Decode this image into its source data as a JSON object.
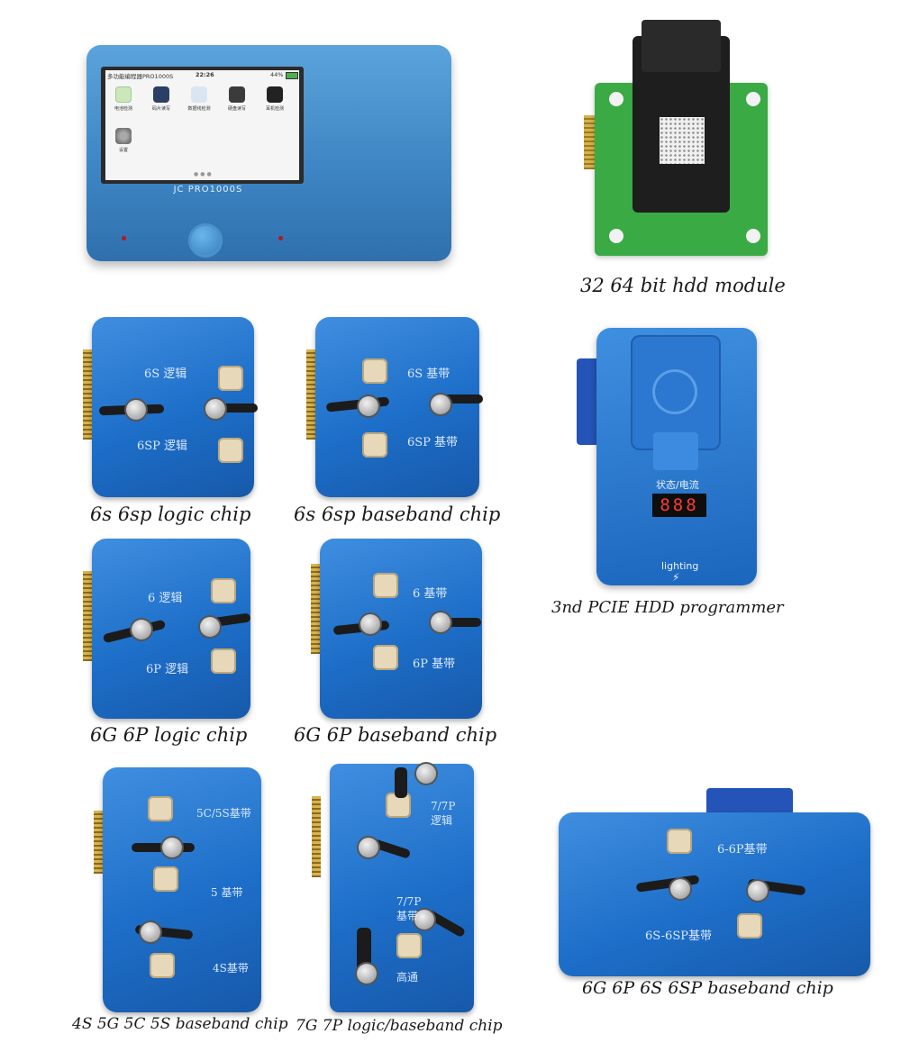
{
  "device": {
    "screen_title": "多功能编程器PRO1000S",
    "screen_time": "22:26",
    "screen_battery": "44%",
    "apps": [
      {
        "label": "电池检测",
        "icon": "battery-icon"
      },
      {
        "label": "码片读写",
        "icon": "chip-icon"
      },
      {
        "label": "数据线检测",
        "icon": "cable-icon"
      },
      {
        "label": "硬盘读写",
        "icon": "hdd-icon"
      },
      {
        "label": "耳机检测",
        "icon": "earphone-icon"
      },
      {
        "label": "设置",
        "icon": "gear-icon"
      }
    ],
    "model_label": "JC PRO1000S"
  },
  "hdd_module": {
    "caption": "32 64 bit hdd module"
  },
  "fixtures": {
    "f6s_logic": {
      "caption": "6s 6sp logic chip",
      "label_top": "6S  逻辑",
      "label_bottom": "6SP 逻辑"
    },
    "f6s_baseband": {
      "caption": "6s 6sp baseband chip",
      "label_top": "6S  基带",
      "label_bottom": "6SP 基带"
    },
    "f6g_logic": {
      "caption": "6G 6P logic chip",
      "label_top": "6 逻辑",
      "label_bottom": "6P 逻辑"
    },
    "f6g_baseband": {
      "caption": "6G 6P baseband chip",
      "label_top": "6 基带",
      "label_bottom": "6P  基带"
    },
    "f4s": {
      "caption": "4S 5G 5C 5S baseband chip",
      "label_top": "5C/5S基带",
      "label_mid": "5 基带",
      "label_bottom": "4S基带"
    },
    "f7g": {
      "caption": "7G 7P logic/baseband chip",
      "label_top": "7/7P",
      "label_top2": "逻辑",
      "label_mid": "7/7P",
      "label_mid2": "基带",
      "label_bottom": "高通"
    },
    "f6wide": {
      "caption": "6G 6P 6S 6SP baseband chip",
      "label_top": "6-6P基带",
      "label_bottom": "6S-6SP基带"
    }
  },
  "programmer": {
    "caption": "3nd PCIE HDD programmer",
    "status_label": "状态/电流",
    "display_value": "888",
    "bottom_label": "lighting"
  }
}
